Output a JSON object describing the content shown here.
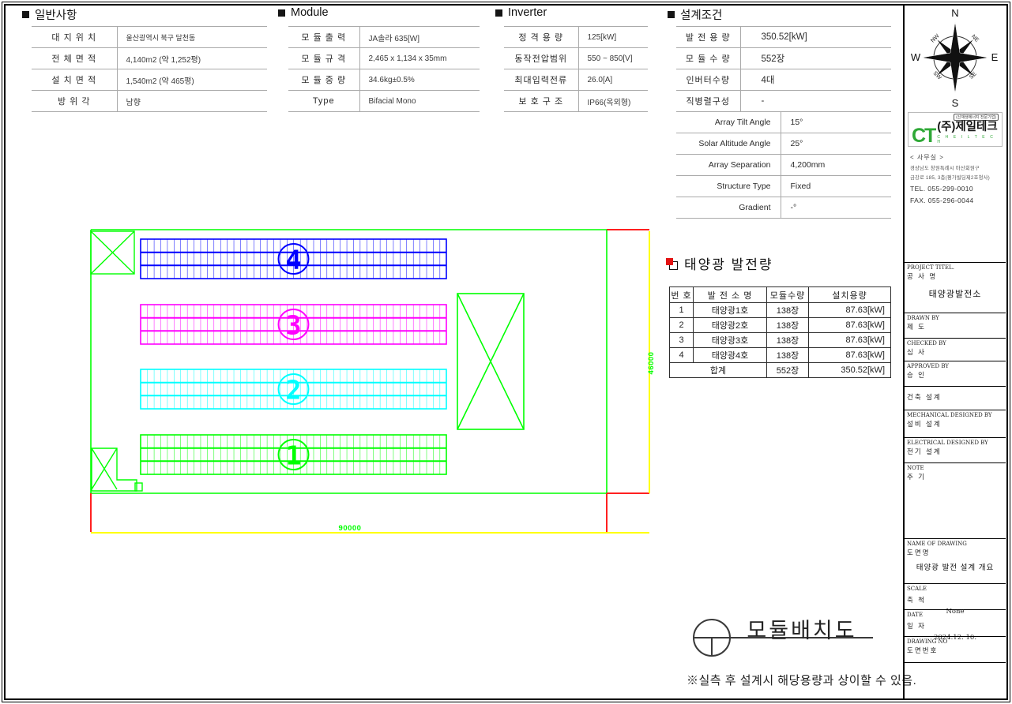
{
  "sections": {
    "general": {
      "title": "일반사항",
      "rows": [
        {
          "label": "대 지 위 치",
          "value": "울산광역시 북구 달천동"
        },
        {
          "label": "전 체 면 적",
          "value": "4,140m2 (약 1,252평)"
        },
        {
          "label": "설 치 면 적",
          "value": "1,540m2 (약 465평)"
        },
        {
          "label": "방 위 각",
          "value": "남향"
        }
      ]
    },
    "module": {
      "title": "Module",
      "rows": [
        {
          "label": "모 듈 출 력",
          "value": "JA솔라 635[W]"
        },
        {
          "label": "모 듈 규 격",
          "value": "2,465 x 1,134 x 35mm"
        },
        {
          "label": "모 듈 중 량",
          "value": "34.6kg±0.5%"
        },
        {
          "label": "Type",
          "value": "Bifacial Mono"
        }
      ]
    },
    "inverter": {
      "title": "Inverter",
      "rows": [
        {
          "label": "정 격 용 량",
          "value": "125[kW]"
        },
        {
          "label": "동작전압범위",
          "value": "550 ~ 850[V]"
        },
        {
          "label": "최대입력전류",
          "value": "26.0[A]"
        },
        {
          "label": "보 호 구 조",
          "value": "IP66(옥외형)"
        }
      ]
    },
    "design": {
      "title": "설계조건",
      "rows": [
        {
          "label": "발 전 용 량",
          "value": "350.52[kW]"
        },
        {
          "label": "모 듈 수 량",
          "value": "552장"
        },
        {
          "label": "인버터수량",
          "value": "4대"
        },
        {
          "label": "직병렬구성",
          "value": "-"
        }
      ],
      "rows2": [
        {
          "label": "Array Tilt Angle",
          "value": "15°"
        },
        {
          "label": "Solar Altitude Angle",
          "value": "25°"
        },
        {
          "label": "Array Separation",
          "value": "4,200mm"
        },
        {
          "label": "Structure Type",
          "value": "Fixed"
        },
        {
          "label": "Gradient",
          "value": "-°"
        }
      ]
    }
  },
  "generation": {
    "title": "태양광 발전량",
    "headers": [
      "번 호",
      "발 전 소 명",
      "모듈수량",
      "설치용량"
    ],
    "rows": [
      {
        "no": "1",
        "name": "태양광1호",
        "modules": "138장",
        "capacity": "87.63[kW]"
      },
      {
        "no": "2",
        "name": "태양광2호",
        "modules": "138장",
        "capacity": "87.63[kW]"
      },
      {
        "no": "3",
        "name": "태양광3호",
        "modules": "138장",
        "capacity": "87.63[kW]"
      },
      {
        "no": "4",
        "name": "태양광4호",
        "modules": "138장",
        "capacity": "87.63[kW]"
      }
    ],
    "total": {
      "label": "합계",
      "modules": "552장",
      "capacity": "350.52[kW]"
    }
  },
  "plan": {
    "dim_width": "90000",
    "dim_height": "46000",
    "arrays": [
      {
        "no": "1"
      },
      {
        "no": "2"
      },
      {
        "no": "3"
      },
      {
        "no": "4"
      }
    ],
    "colors": {
      "array1": "#00ff00",
      "array2": "#00ffff",
      "array3": "#ff00ff",
      "array4": "#0000ff",
      "boundary": "#00ff00",
      "dimension_line": "#ffff00",
      "accent": "#ff2020",
      "dim_text": "#00ff00"
    }
  },
  "compass": {
    "n": "N",
    "s": "S",
    "e": "E",
    "w": "W",
    "ne": "NE",
    "nw": "NW",
    "se": "SE",
    "sw": "SW"
  },
  "company": {
    "logo_ct": "CT",
    "badge": "(신재생에너지 전문기업)",
    "name": "(주)제일테크",
    "name_en": "C H E I L T E C H",
    "office_label": "< 사무실 >",
    "address1": "경상남도 창원특례시 마산회원구",
    "address2": "금강로 185, 3층(평가빌딩제2호청사)",
    "tel": "TEL. 055-299-0010",
    "fax": "FAX. 055-296-0044"
  },
  "titleblock": {
    "project": {
      "en": "PROJECT TITEL.",
      "kr": "공 사 명",
      "value": "태양광발전소"
    },
    "drawn": {
      "en": "DRAWN BY",
      "kr": "제  도"
    },
    "checked": {
      "en": "CHECKED BY",
      "kr": "심  사"
    },
    "approved": {
      "en": "APPROVED BY",
      "kr": "승  인"
    },
    "arch": {
      "kr": "건축 설계"
    },
    "mech": {
      "en": "MECHANICAL DESIGNED BY",
      "kr": "설비 설계"
    },
    "elec": {
      "en": "ELECTRICAL DESIGNED BY",
      "kr": "전기 설계"
    },
    "note": {
      "en": "NOTE",
      "kr": "주  기"
    },
    "drawing_name": {
      "en": "NAME OF DRAWING",
      "kr": "도면명",
      "value": "태양광 발전 설계 개요"
    },
    "scale": {
      "en": "SCALE",
      "kr": "축  척",
      "value": "None"
    },
    "date": {
      "en": "DATE",
      "kr": "일  자",
      "value": "2024.12. 10."
    },
    "drawing_no": {
      "en": "DRAWING NO",
      "kr": "도면번호",
      "value": ""
    }
  },
  "footer": {
    "drawing_title": "모듈배치도",
    "note": "※실측 후 설계시 해당용량과 상이할 수 있음."
  }
}
